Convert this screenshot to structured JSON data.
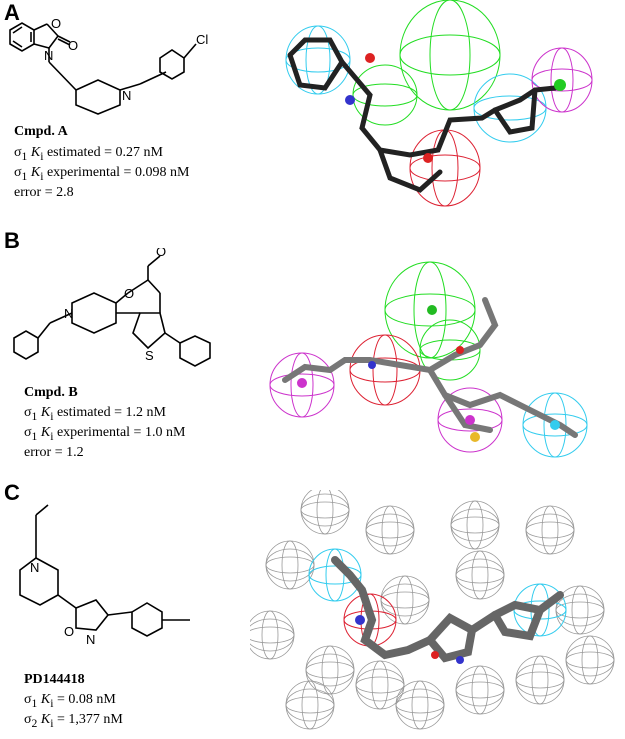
{
  "panels": [
    {
      "letter": "A",
      "name": "Cmpd. A",
      "line1": {
        "prefix": "σ",
        "sub": "1",
        "k": "K",
        "ksub": "i",
        "rest": " estimated = 0.27 nM"
      },
      "line2": {
        "prefix": "σ",
        "sub": "1",
        "k": "K",
        "ksub": "i",
        "rest": " experimental = 0.098 nM"
      },
      "line3": "error = 2.8",
      "atoms": {
        "o1": "O",
        "o2": "O",
        "n1": "N",
        "n2": "N",
        "cl": "Cl"
      }
    },
    {
      "letter": "B",
      "name": "Cmpd. B",
      "line1": {
        "prefix": "σ",
        "sub": "1",
        "k": "K",
        "ksub": "i",
        "rest": " estimated = 1.2 nM"
      },
      "line2": {
        "prefix": "σ",
        "sub": "1",
        "k": "K",
        "ksub": "i",
        "rest": " experimental = 1.0 nM"
      },
      "line3": "error = 1.2",
      "atoms": {
        "o1": "O",
        "o2": "O",
        "n1": "N",
        "s1": "S"
      }
    },
    {
      "letter": "C",
      "name": "PD144418",
      "line1": {
        "prefix": "σ",
        "sub": "1",
        "k": "K",
        "ksub": "i",
        "rest": " = 0.08 nM"
      },
      "line2": {
        "prefix": "σ",
        "sub": "2",
        "k": "K",
        "ksub": "i",
        "rest": " = 1,377 nM"
      },
      "atoms": {
        "n1": "N",
        "o1": "O",
        "n2": "N"
      }
    }
  ],
  "colors": {
    "hydrophobic": "#33ccee",
    "hbond_acceptor": "#22dd22",
    "positive_ionizable": "#dd2233",
    "aromatic_ring": "#cc33cc",
    "excluded_volume": "#999999"
  }
}
